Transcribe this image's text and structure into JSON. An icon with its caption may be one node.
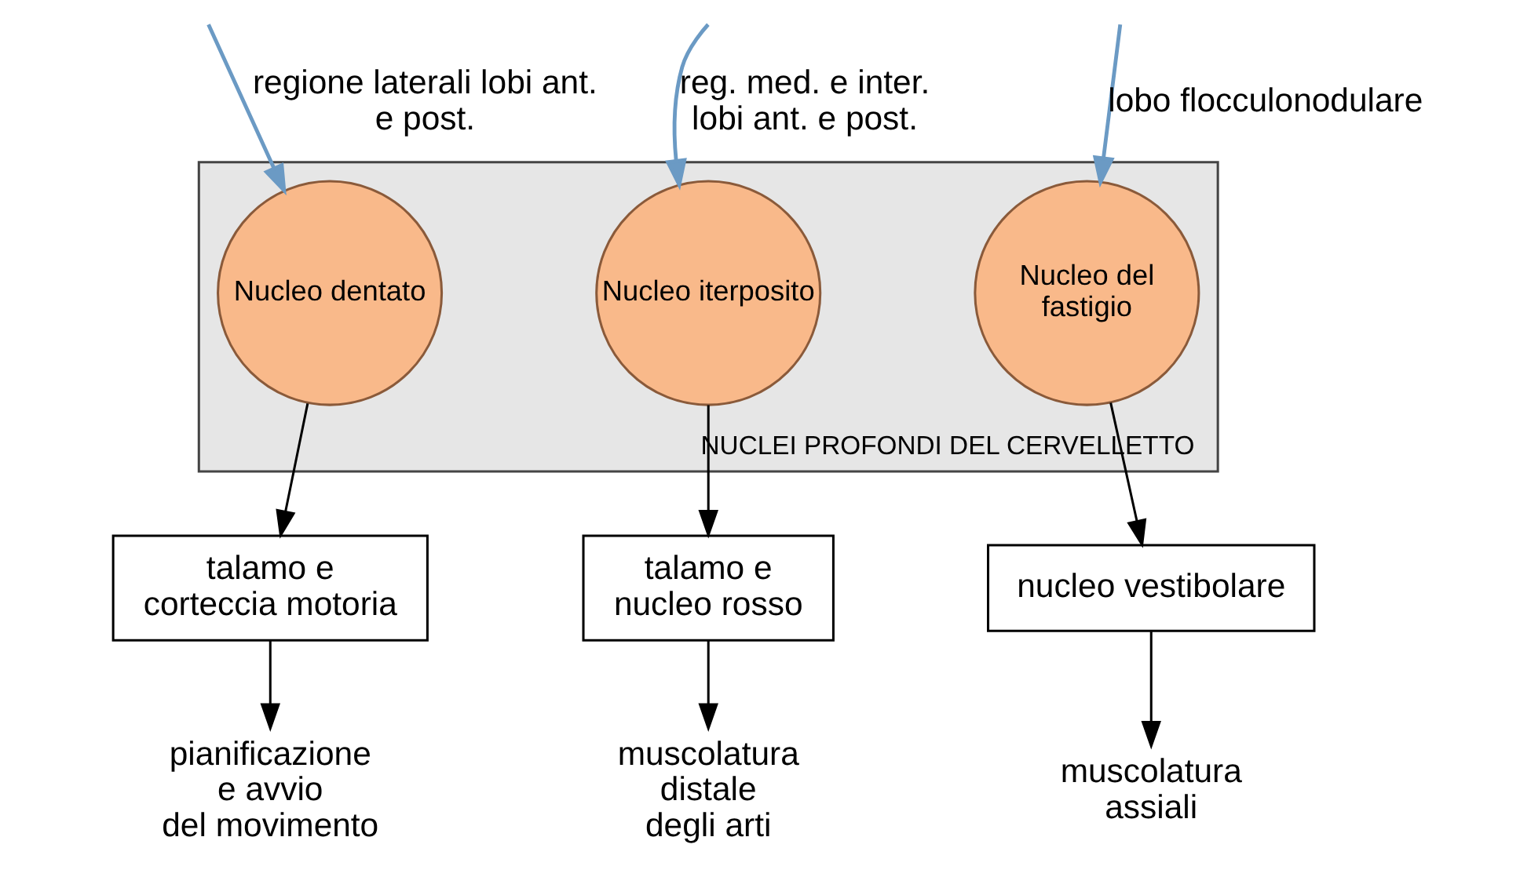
{
  "diagram": {
    "nodes": [
      {
        "text": [
          "NUCLEI PROFONDI DEL CERVELLETTO"
        ]
      },
      {
        "text": [
          "Nucleo dentato"
        ],
        "in": 0
      },
      {
        "text": [
          "Nucleo iterposito"
        ],
        "in": 0
      },
      {
        "text": [
          "Nucleo del fastigio"
        ],
        "in": 0
      },
      {
        "text": [
          "talamo e corteccia motoria"
        ]
      },
      {
        "text": [
          "talamo e nucleo rosso"
        ]
      },
      {
        "text": [
          "nucleo vestibolare"
        ]
      },
      {
        "text": [
          "pianificazione e avvio del movimento"
        ]
      },
      {
        "text": [
          "muscolatura distale degli arti"
        ]
      },
      {
        "text": [
          "muscolatura assiali"
        ]
      }
    ],
    "edges": [
      {
        "from": null,
        "to": 1,
        "arrow": "to",
        "label": "regione laterali lobi ant. e post.",
        "color": "#6b9ac4"
      },
      {
        "from": null,
        "to": 2,
        "arrow": "to",
        "label": "reg. med. e inter. lobi ant. e post.",
        "color": "#6b9ac4"
      },
      {
        "from": null,
        "to": 3,
        "arrow": "to",
        "label": "lobo flocculonodulare",
        "color": "#6b9ac4"
      },
      {
        "from": 1,
        "to": 4,
        "arrow": "to"
      },
      {
        "from": 2,
        "to": 5,
        "arrow": "to"
      },
      {
        "from": 3,
        "to": 6,
        "arrow": "to"
      },
      {
        "from": 4,
        "to": 7,
        "arrow": "to"
      },
      {
        "from": 5,
        "to": 8,
        "arrow": "to"
      },
      {
        "from": 6,
        "to": 9,
        "arrow": "to"
      }
    ]
  }
}
